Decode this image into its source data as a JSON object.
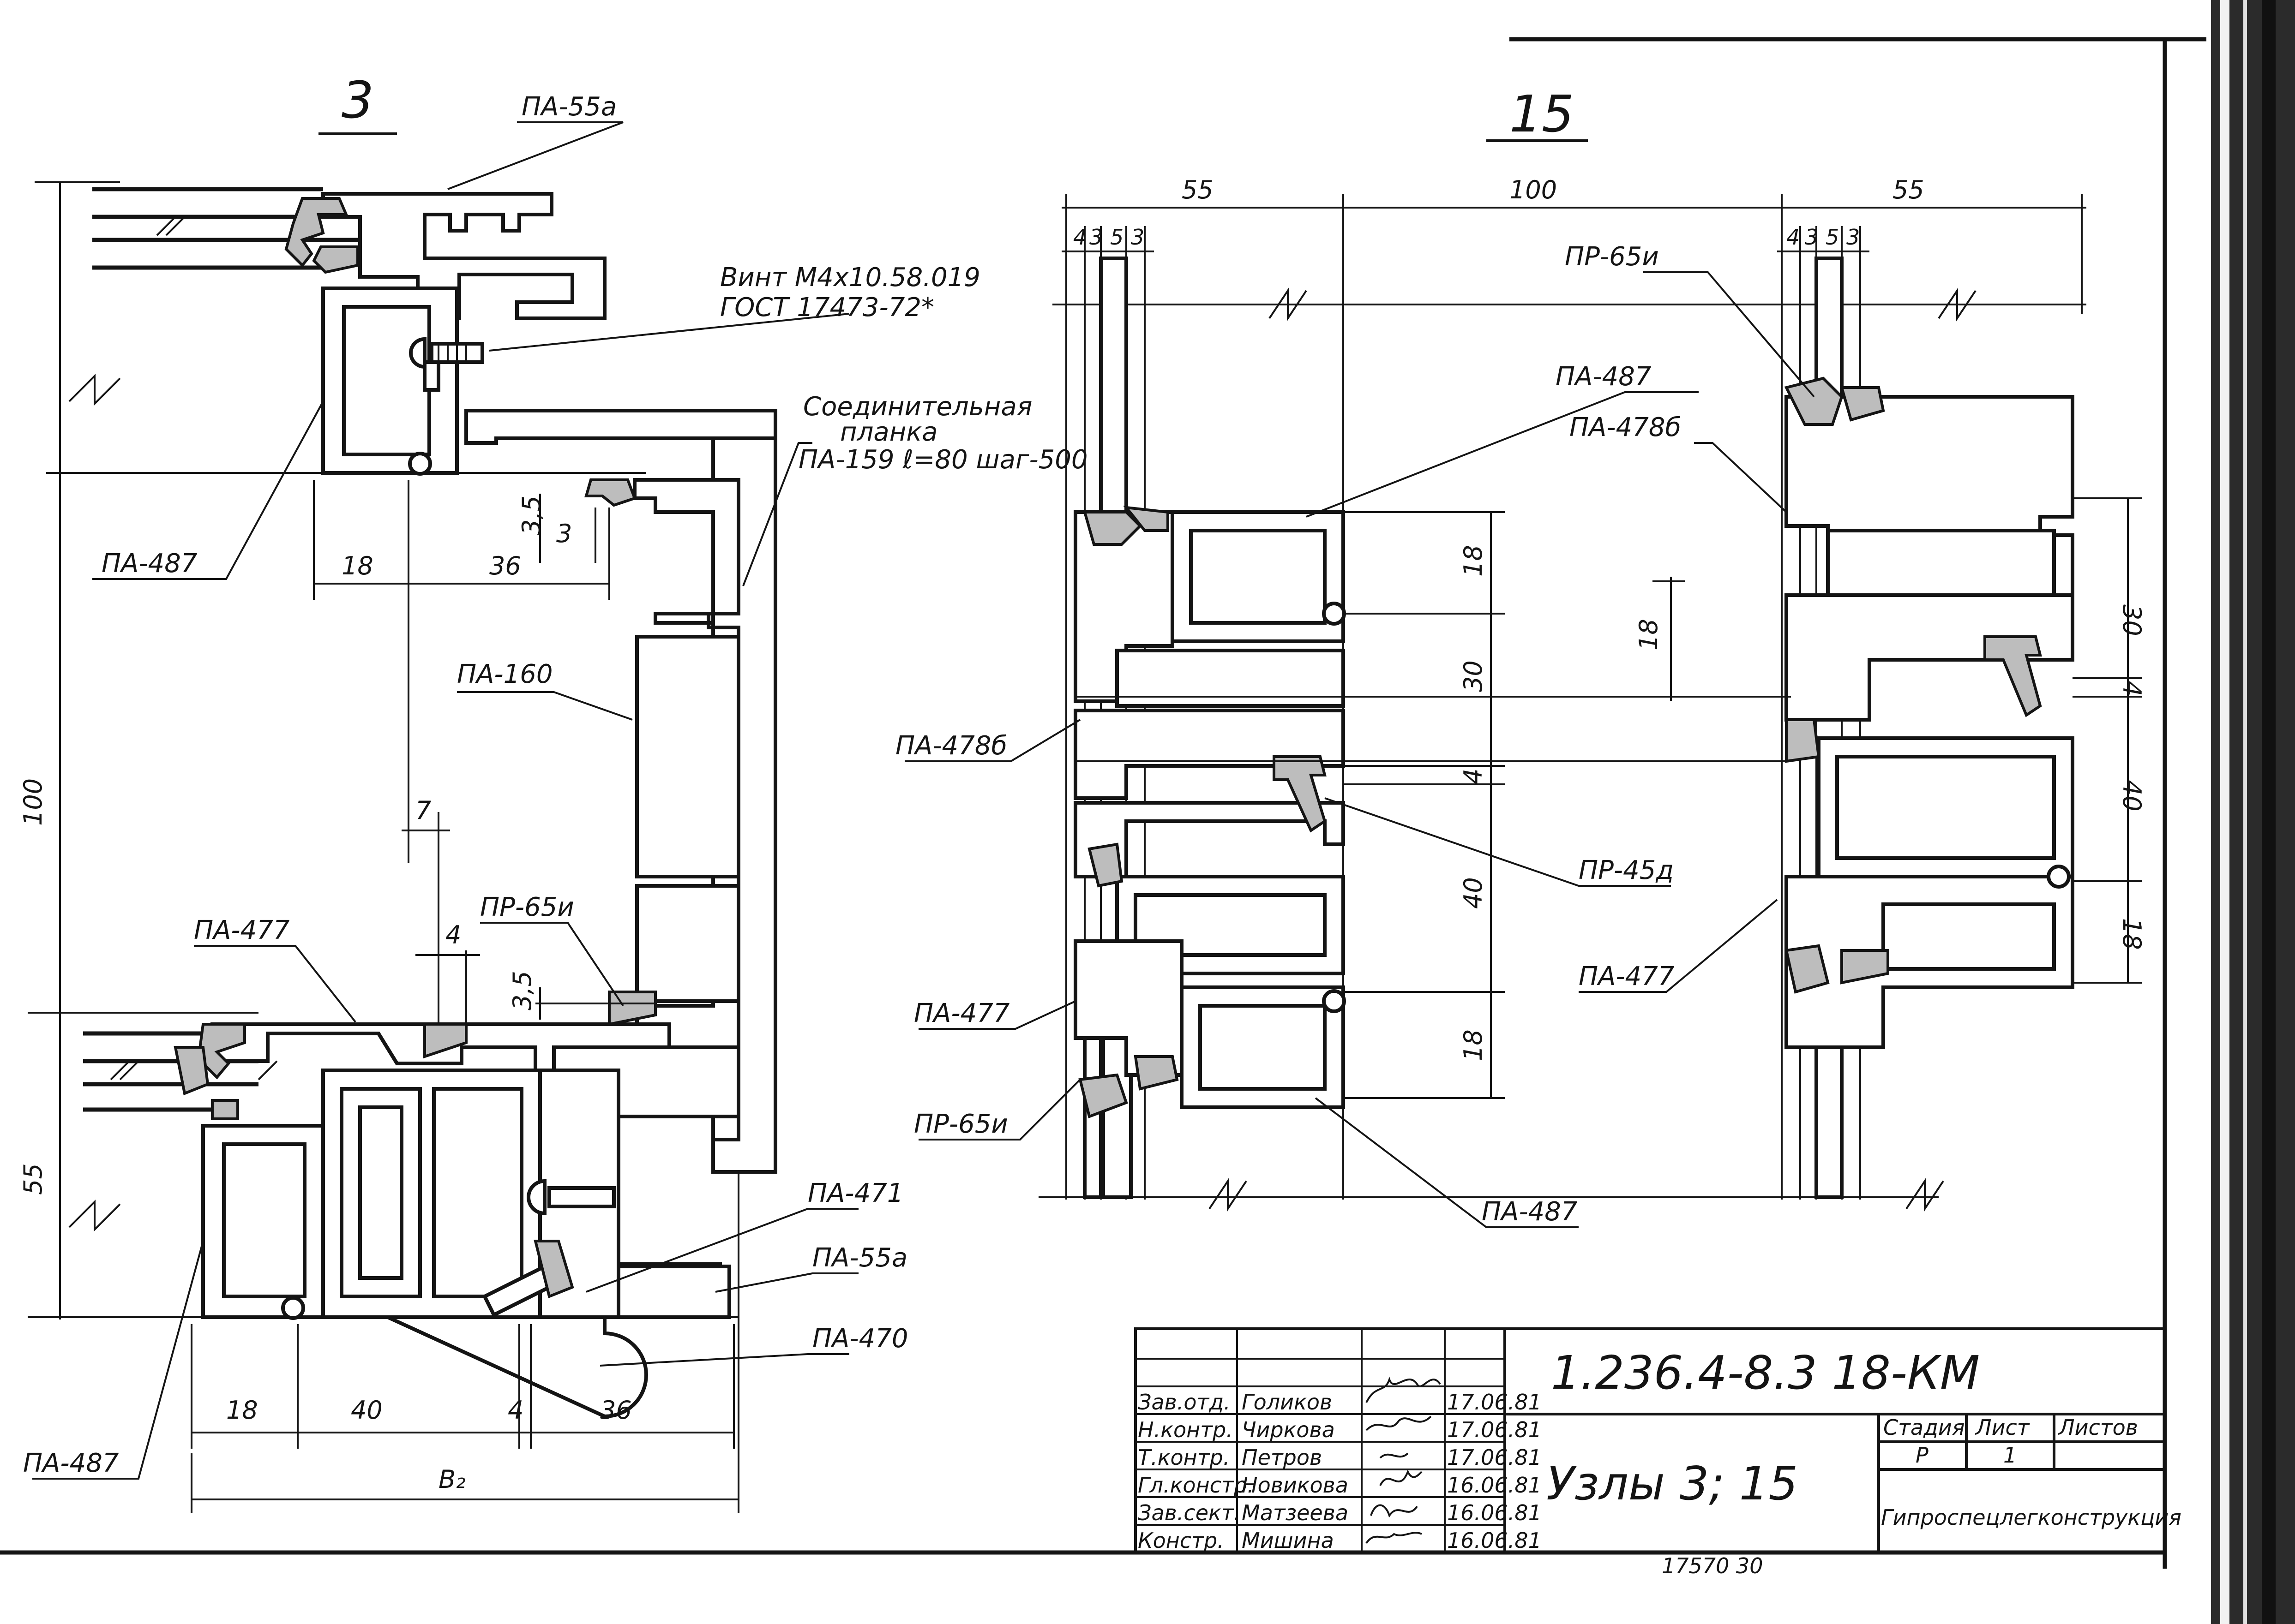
{
  "drawing_number": "1.236.4-8.3 18-КМ",
  "drawing_title": "Узлы 3; 15",
  "organization": "Гипроспецлегконструкция",
  "stage_header": "Стадия",
  "sheet_header": "Лист",
  "sheets_header": "Листов",
  "stage_value": "Р",
  "sheet_value": "1",
  "footer_number": "17570   30",
  "signatures": [
    {
      "role": "Зав.отд.",
      "name": "Голиков",
      "date": "17.06.81"
    },
    {
      "role": "Н.контр.",
      "name": "Чиркова",
      "date": "17.06.81"
    },
    {
      "role": "Т.контр.",
      "name": "Петров",
      "date": "17.06.81"
    },
    {
      "role": "Гл.констр.",
      "name": "Новикова",
      "date": "16.06.81"
    },
    {
      "role": "Зав.сект.",
      "name": "Матзеева",
      "date": "16.06.81"
    },
    {
      "role": "Констр.",
      "name": "Мишина",
      "date": "16.06.81"
    }
  ],
  "node3": {
    "title": "3",
    "labels": {
      "pa55a_top": "ПА-55а",
      "screw_1": "Винт М4х10.58.019",
      "screw_2": "ГОСТ 17473-72*",
      "plate_1": "Соединительная",
      "plate_2": "планка",
      "plate_3": "ПА-159 ℓ=80 шаг-500",
      "pa487_top": "ПА-487",
      "pa160": "ПА-160",
      "pa477": "ПА-477",
      "pr65i": "ПР-65и",
      "pa471": "ПА-471",
      "pa55a_bot": "ПА-55а",
      "pa470": "ПА-470",
      "pa487_bot": "ПА-487"
    },
    "dims": {
      "d18_top": "18",
      "d36_top": "36",
      "d3_5_top": "3,5",
      "d3": "3",
      "d7": "7",
      "d4": "4",
      "d3_5_bot": "3,5",
      "d18_bot": "18",
      "d40_bot": "40",
      "d4_bot": "4",
      "d36_bot": "36",
      "b2": "В₂",
      "side_100": "100",
      "side_55": "55"
    }
  },
  "node15": {
    "title": "15",
    "labels": {
      "pr65i_top": "ПР-65и",
      "pa487_top": "ПА-487",
      "pa478b_right": "ПА-478б",
      "pa478b_left": "ПА-478б",
      "pr45d": "ПР-45д",
      "pa477_right": "ПА-477",
      "pa477_left": "ПА-477",
      "pr65i_left": "ПР-65и",
      "pa487_bot": "ПА-487"
    },
    "dims": {
      "top_55_left": "55",
      "top_100": "100",
      "top_55_right": "55",
      "small_left": [
        "4",
        "3",
        "5",
        "3"
      ],
      "small_right": [
        "4",
        "3",
        "5",
        "3"
      ],
      "v18_a": "18",
      "v30_a": "30",
      "v4_a": "4",
      "v40_a": "40",
      "v18_b": "18",
      "mid18": "18",
      "r30": "30",
      "r4": "4",
      "r40": "40",
      "r18": "18"
    }
  }
}
